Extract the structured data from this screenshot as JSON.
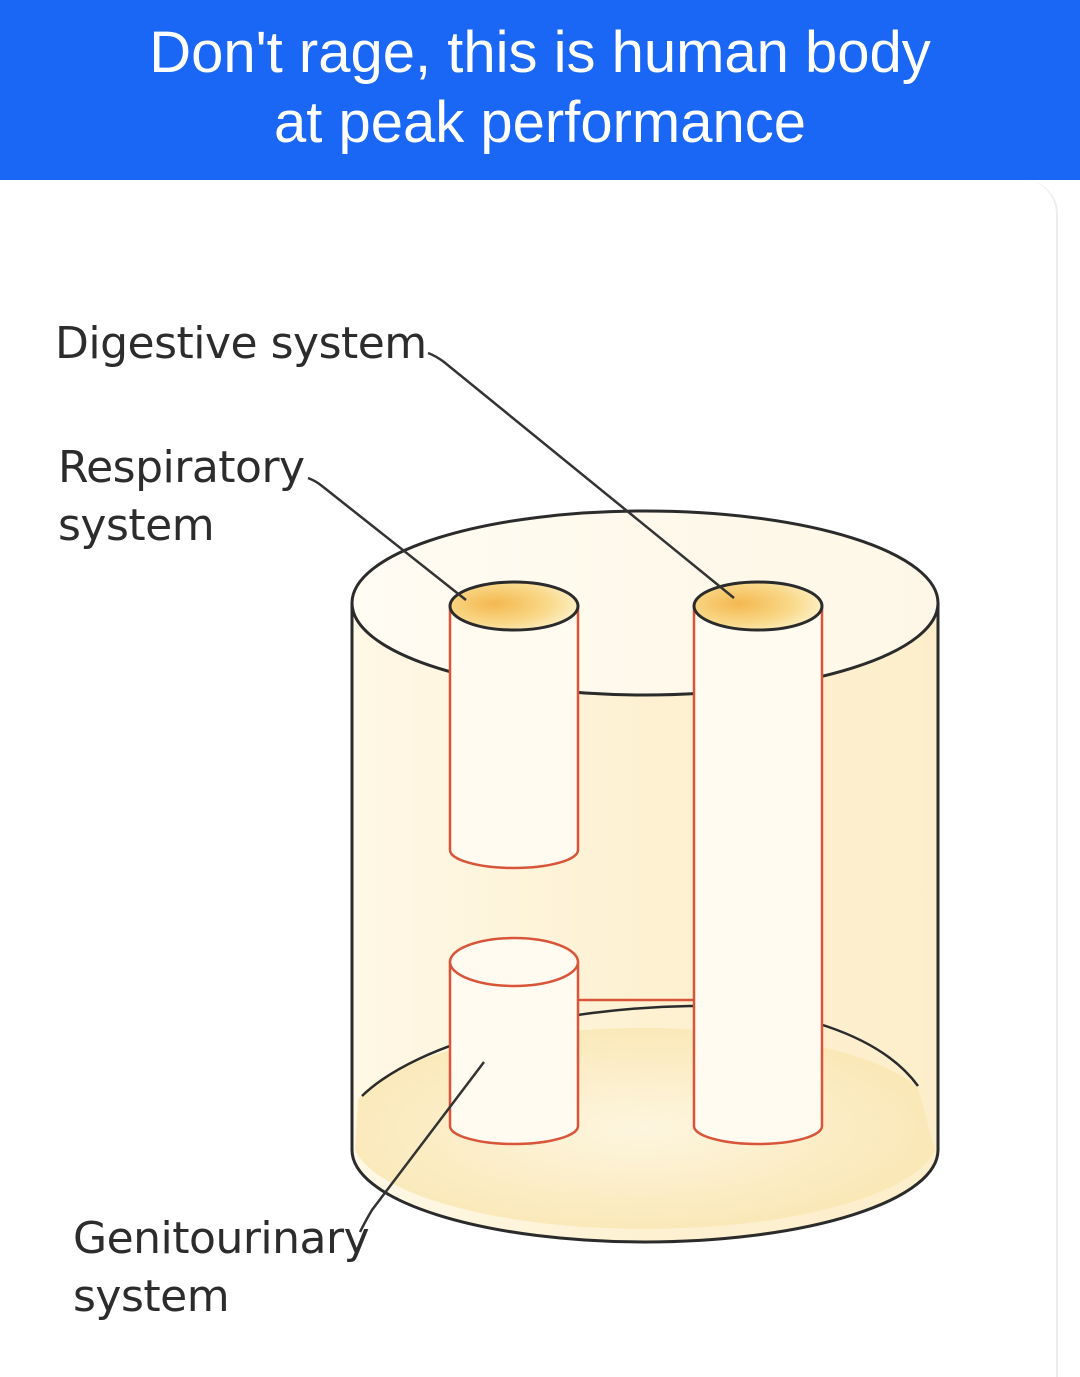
{
  "header": {
    "line1": "Don't rage, this is human body",
    "line2": "at peak performance",
    "background_color": "#1a66f5"
  },
  "diagram": {
    "labels": {
      "digestive": "Digestive system",
      "respiratory_line1": "Respiratory",
      "respiratory_line2": "system",
      "genitourinary_line1": "Genitourinary",
      "genitourinary_line2": "system"
    },
    "colors": {
      "body_fill": "#fdf3d6",
      "tube_outline": "#d9553a",
      "body_outline": "#2b2b2b",
      "tube_opening": "#f7c96a"
    }
  }
}
